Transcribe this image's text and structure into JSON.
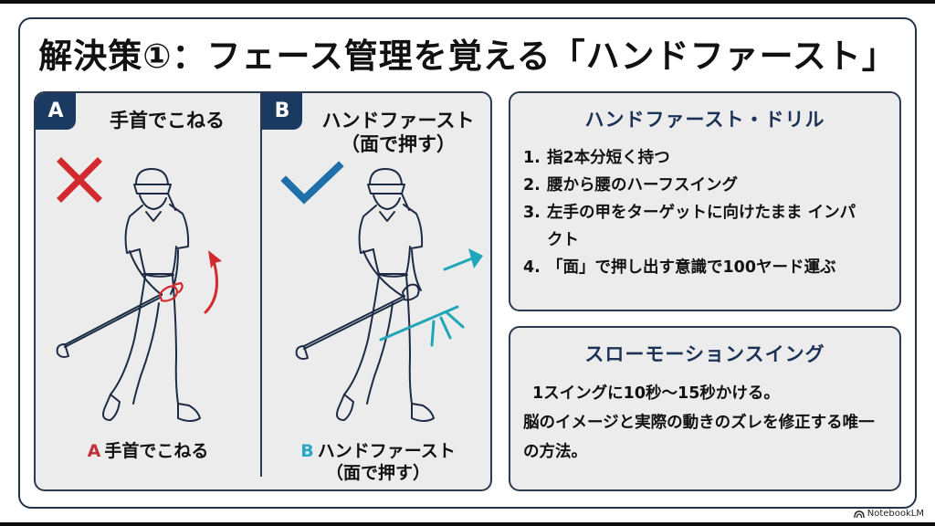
{
  "slide": {
    "title": "解決策①：フェース管理を覚える「ハンドファースト」"
  },
  "comparison": {
    "left": {
      "tag": "A",
      "title": "手首でこねる",
      "verdict_icon": "cross-icon",
      "caption_letter": "A",
      "caption_text": "手首でこねる",
      "caption_letter_color": "#c0303a",
      "accent_color": "#d32a2f"
    },
    "right": {
      "tag": "B",
      "title_line1": "ハンドファースト",
      "title_line2": "（面で押す）",
      "verdict_icon": "check-icon",
      "caption_letter": "B",
      "caption_line1": "ハンドファースト",
      "caption_line2": "（面で押す）",
      "caption_letter_color": "#2aa6c6",
      "accent_color": "#1fa6b8"
    }
  },
  "drill": {
    "heading": "ハンドファースト・ドリル",
    "items": [
      {
        "num": "1.",
        "text": "指2本分短く持つ"
      },
      {
        "num": "2.",
        "text": "腰から腰のハーフスイング"
      },
      {
        "num": "3.",
        "text": "左手の甲をターゲットに向けたまま インパクト"
      },
      {
        "num": "4.",
        "text": "「面」で押し出す意識で100ヤード運ぶ"
      }
    ]
  },
  "slow_motion": {
    "heading": "スローモーションスイング",
    "line1": "1スイングに10秒〜15秒かける。",
    "line2": "脳のイメージと実際の動きのズレを修正する唯一の方法。"
  },
  "footer": {
    "brand": "NotebookLM"
  },
  "colors": {
    "navy": "#1b3a61",
    "heading_navy": "#1b3256",
    "panel_bg": "#ececec",
    "border": "#2b3a4d",
    "cross_red": "#d32a2f",
    "check_blue": "#1f6fa8",
    "teal": "#1fa6b8"
  }
}
